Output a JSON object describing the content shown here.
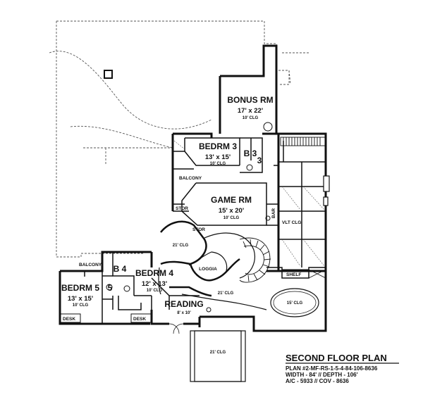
{
  "plan": {
    "title": "SECOND FLOOR PLAN",
    "info_lines": [
      "PLAN #2-MF-RS-1-5-4-84-106-8636",
      "WIDTH - 84' // DEPTH - 106'",
      "A/C - 5933 // COV - 8636"
    ]
  },
  "rooms": {
    "bonus": {
      "name": "BONUS RM",
      "dim": "17' x 22'",
      "clg": "10' CLG"
    },
    "bedrm3": {
      "name": "BEDRM 3",
      "dim": "13' x 15'",
      "clg": "10' CLG"
    },
    "bath3": {
      "name": "B 3"
    },
    "closet3": {
      "name": "3"
    },
    "game": {
      "name": "GAME RM",
      "dim": "15' x 20'",
      "clg": "10' CLG"
    },
    "bedrm4": {
      "name": "BEDRM 4",
      "dim": "12' x 13'",
      "clg": "10' CLG"
    },
    "bath4": {
      "name": "B 4"
    },
    "bedrm5": {
      "name": "BEDRM 5",
      "dim": "13' x 15'",
      "clg": "10' CLG"
    },
    "closet5": {
      "name": "5"
    },
    "reading": {
      "name": "READING",
      "dim": "8' x 10'"
    }
  },
  "labels": {
    "balcony_upper": "BALCONY",
    "balcony_left": "BALCONY",
    "stor_left": "STOR",
    "stor_right": "STOR",
    "bar": "BAR",
    "vlt_clg": "VLT CLG",
    "clg_21_left": "21' CLG",
    "loggia": "LOGGIA",
    "clg_21_center": "21' CLG",
    "clg_21_bottom": "21' CLG",
    "clg_15": "15' CLG",
    "shelf": "SHELF",
    "desk_left": "DESK",
    "desk_right": "DESK"
  }
}
